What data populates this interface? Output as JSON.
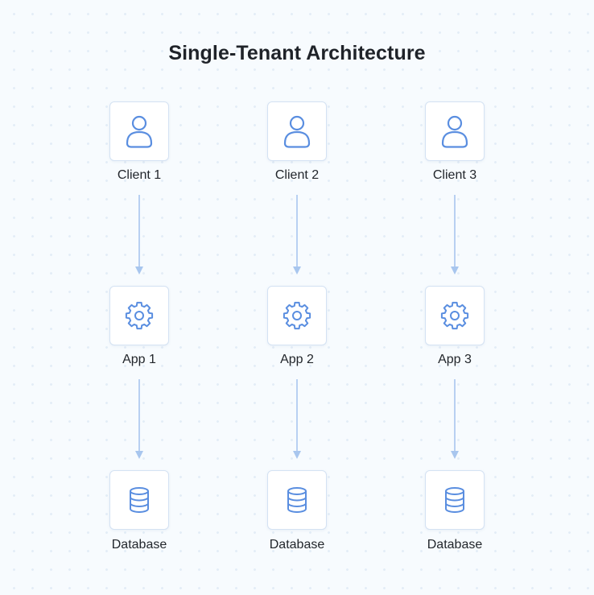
{
  "title": "Single-Tenant Architecture",
  "columns": [
    {
      "client": "Client 1",
      "app": "App 1",
      "database": "Database"
    },
    {
      "client": "Client 2",
      "app": "App 2",
      "database": "Database"
    },
    {
      "client": "Client 3",
      "app": "App 3",
      "database": "Database"
    }
  ],
  "colors": {
    "icon_stroke": "#5a8ee0",
    "arrow": "#a8c6ee",
    "box_border": "#d4e2f3",
    "title": "#1f2329"
  },
  "icons": {
    "client": "user-icon",
    "app": "gear-icon",
    "database": "database-icon"
  }
}
